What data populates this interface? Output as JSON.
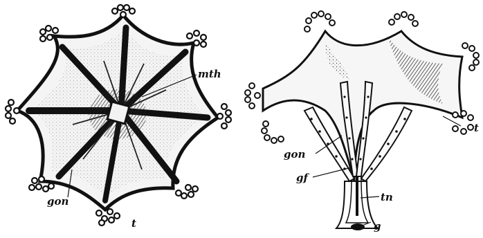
{
  "figure": {
    "left_panel": {
      "labels": {
        "mth": "mth",
        "gon": "gon",
        "t": "t"
      }
    },
    "right_panel": {
      "labels": {
        "gon": "gon",
        "gf": "gf",
        "tn": "tn",
        "g": "g",
        "t": "t"
      }
    }
  },
  "colors": {
    "ink": "#111111",
    "paper": "#ffffff",
    "shade": "#555555"
  }
}
